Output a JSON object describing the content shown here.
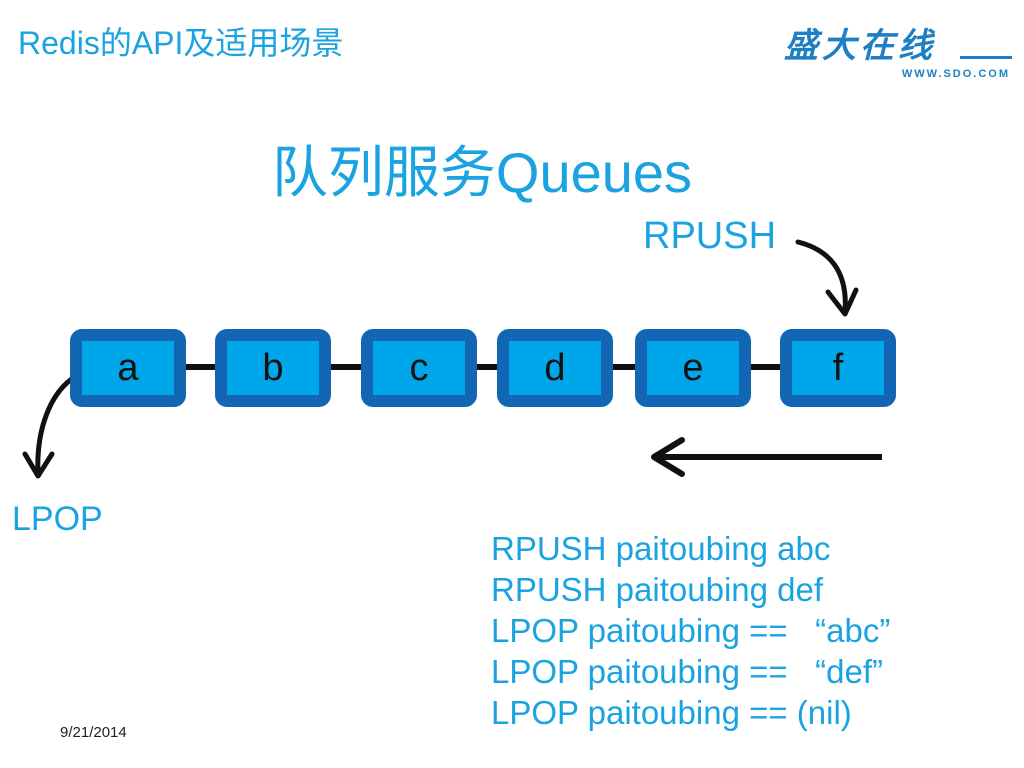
{
  "header": {
    "title": "Redis的API及适用场景"
  },
  "logo": {
    "brand": "盛大在线",
    "url": "WWW.SDO.COM"
  },
  "slide": {
    "title": "队列服务Queues"
  },
  "labels": {
    "rpush": "RPUSH",
    "lpop": "LPOP"
  },
  "queue": {
    "nodes": [
      "a",
      "b",
      "c",
      "d",
      "e",
      "f"
    ]
  },
  "commands": [
    "RPUSH paitoubing abc",
    "RPUSH paitoubing def",
    "LPOP paitoubing ==   “abc”",
    "LPOP paitoubing ==   “def”",
    "LPOP paitoubing == (nil)"
  ],
  "footer": {
    "date": "9/21/2014"
  },
  "colors": {
    "accent": "#1aa3e0",
    "node_outer": "#1565b5",
    "node_inner": "#00a6ea"
  }
}
